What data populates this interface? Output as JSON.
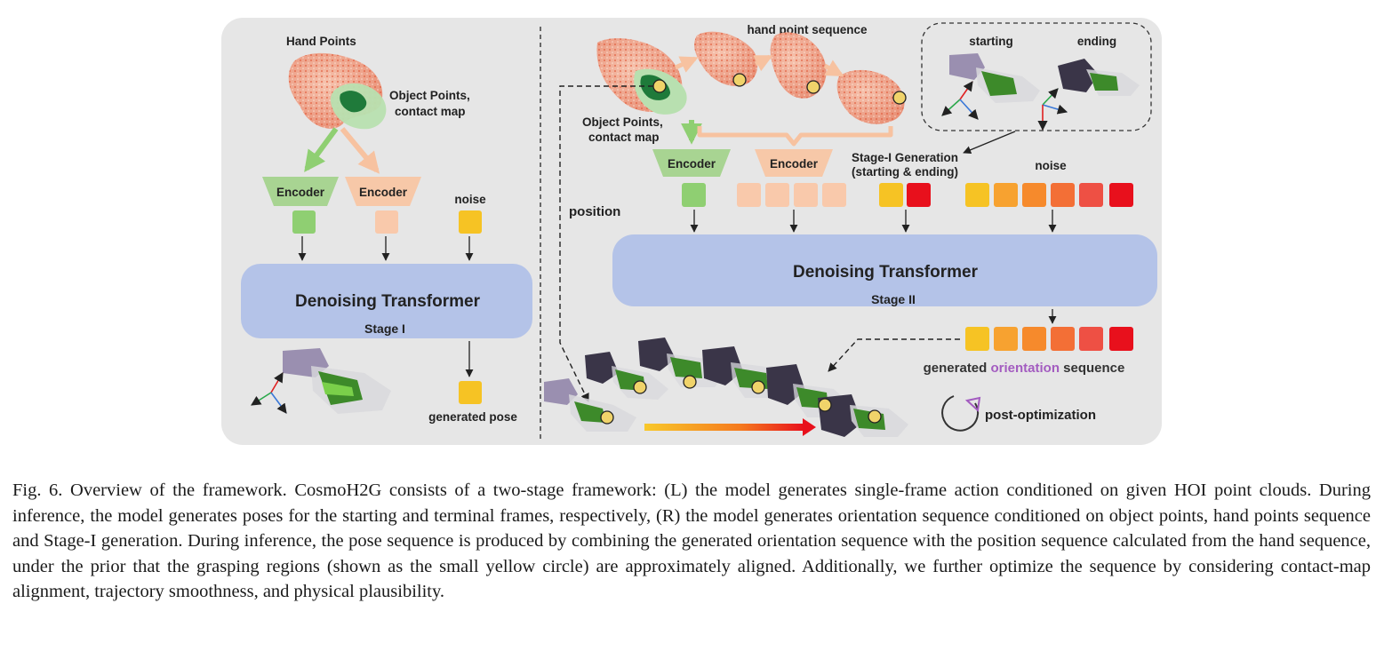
{
  "left_panel": {
    "hand_points_label": "Hand Points",
    "object_points_label_line1": "Object Points,",
    "object_points_label_line2": "contact map",
    "encoder_object_label": "Encoder",
    "encoder_hand_label": "Encoder",
    "noise_label": "noise",
    "transformer_label": "Denoising Transformer",
    "stage_label": "Stage I",
    "generated_pose_label": "generated pose"
  },
  "right_panel": {
    "hand_point_sequence_label": "hand point sequence",
    "object_points_label_line1": "Object Points,",
    "object_points_label_line2": "contact map",
    "starting_label": "starting",
    "ending_label": "ending",
    "encoder_object_label": "Encoder",
    "encoder_hand_label": "Encoder",
    "stage1_generation_line1": "Stage-I Generation",
    "stage1_generation_line2": "(starting & ending)",
    "noise_label": "noise",
    "position_label": "position",
    "transformer_label": "Denoising Transformer",
    "stage_label": "Stage II",
    "generated_orientation_pre": "generated",
    "generated_orientation_word": "orientation",
    "generated_orientation_post": "sequence",
    "post_optimization_label": "post-optimization"
  },
  "colors": {
    "panel_bg": "#e6e6e6",
    "transformer_fill": "#b4c3e8",
    "encoder_green": "#a8d492",
    "encoder_peach": "#f7c8a8",
    "token_green": "#8fcf72",
    "token_peach": "#f9c9ab",
    "token_yellow": "#f6c324",
    "token_red": "#e8101c",
    "position_color": "#7a5fc8",
    "orientation_color": "#a35cc0",
    "post_opt_color": "#d04f7e"
  },
  "caption": {
    "text": "Fig. 6.  Overview of the framework. CosmoH2G consists of a two-stage framework: (L) the model generates single-frame action conditioned on given HOI point clouds. During inference, the model generates poses for the starting and terminal frames, respectively, (R) the model generates orientation sequence conditioned on object points, hand points sequence and Stage-I generation. During inference, the pose sequence is produced by combining the generated orientation sequence with the position sequence calculated from the hand sequence, under the prior that the grasping regions (shown as the small yellow circle) are approximately aligned. Additionally, we further optimize the sequence by considering contact-map alignment, trajectory smoothness, and physical plausibility."
  }
}
